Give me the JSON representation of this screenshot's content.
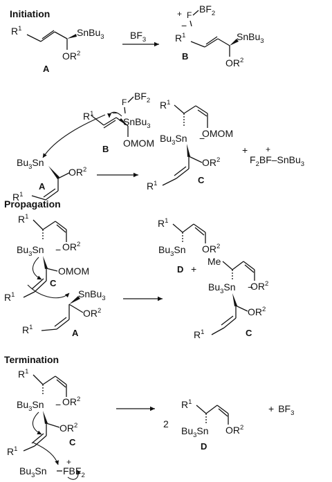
{
  "headings": {
    "initiation": "Initiation",
    "propagation": "Propagation",
    "termination": "Termination"
  },
  "labels": {
    "A": "A",
    "B": "B",
    "C": "C",
    "D": "D"
  },
  "groups": {
    "R": "R",
    "one": "1",
    "two": "2",
    "SnBu3": "SnBu",
    "Bu3Sn": "Bu",
    "Sn": "Sn",
    "sub3": "3",
    "OR": "OR",
    "OMOM": "OMOM",
    "F": "F",
    "BF": "BF",
    "BF2": "BF",
    "F2BF": "F",
    "dash_SnBu3": "–SnBu",
    "Me": "Me",
    "FBF": "FBF"
  },
  "symbols": {
    "plus": "+",
    "minus": "−",
    "coef2": "2"
  },
  "reagents": {
    "BF3": "BF"
  }
}
